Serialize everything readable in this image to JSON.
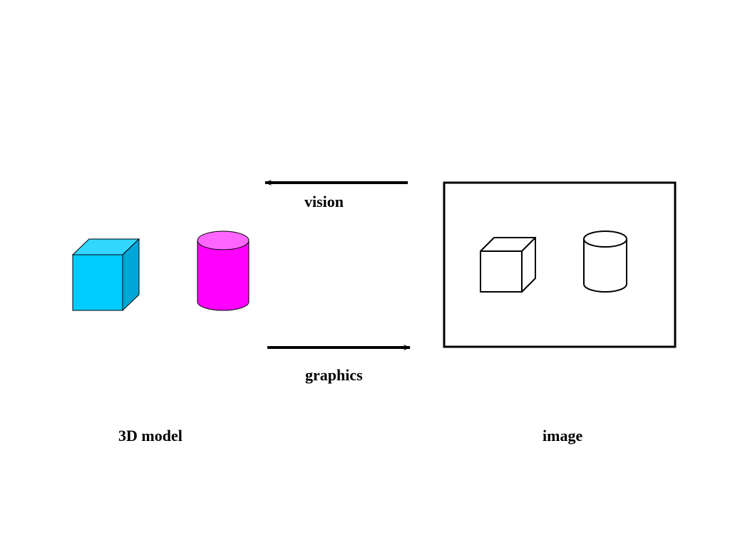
{
  "labels": {
    "vision": "vision",
    "graphics": "graphics",
    "model": "3D model",
    "image": "image"
  },
  "colors": {
    "cube_front": "#00ccff",
    "cube_top": "#33d6ff",
    "cube_side": "#00a6d6",
    "cylinder_body": "#ff00ff",
    "cylinder_top": "#ff66ff",
    "outline": "#000000",
    "background": "#ffffff"
  },
  "icons": {
    "model_cube": "solid-cube-icon",
    "model_cylinder": "solid-cylinder-icon",
    "image_cube": "wireframe-cube-icon",
    "image_cylinder": "wireframe-cylinder-icon"
  }
}
